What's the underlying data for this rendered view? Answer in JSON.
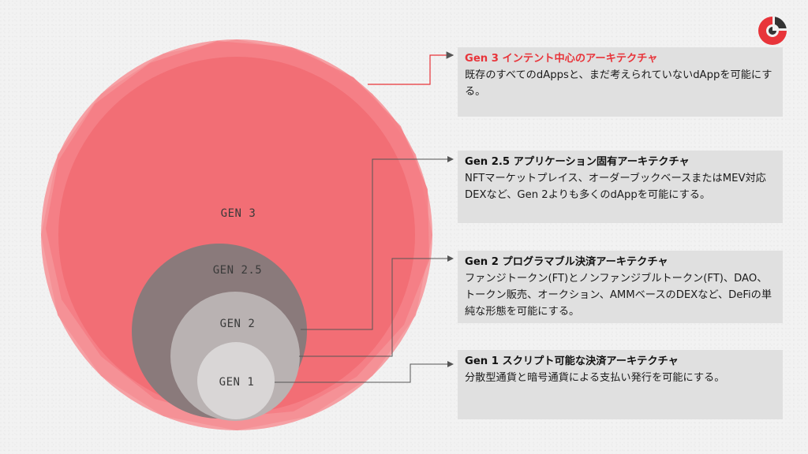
{
  "diagram": {
    "gen3_label": "GEN 3",
    "gen25_label": "GEN 2.5",
    "gen2_label": "GEN 2",
    "gen1_label": "GEN 1"
  },
  "cards": {
    "gen3": {
      "title": "Gen 3 インテント中心のアーキテクチャ",
      "body": "既存のすべてのdAppsと、まだ考えられていないdAppを可能にする。"
    },
    "gen25": {
      "title": "Gen 2.5 アプリケーション固有アーキテクチャ",
      "body": "NFTマーケットプレイス、オーダーブックベースまたはMEV対応DEXなど、Gen 2よりも多くのdAppを可能にする。"
    },
    "gen2": {
      "title": "Gen 2 プログラマブル決済アーキテクチャ",
      "body": "ファンジトークン(FT)とノンファンジブルトークン(FT)、DAO、トークン販売、オークション、AMMベースのDEXなど、DeFiの単純な形態を可能にする。"
    },
    "gen1": {
      "title": "Gen 1 スクリプト可能な決済アーキテクチャ",
      "body": "分散型通貨と暗号通貨による支払い発行を可能にする。"
    }
  },
  "colors": {
    "gen3_fill": "#f47a80",
    "gen25_fill": "#8a7a7b",
    "gen2_fill": "#b9b2b2",
    "gen1_fill": "#d9d6d6",
    "accent": "#e8343a"
  },
  "icons": {
    "logo": "logo-icon"
  }
}
